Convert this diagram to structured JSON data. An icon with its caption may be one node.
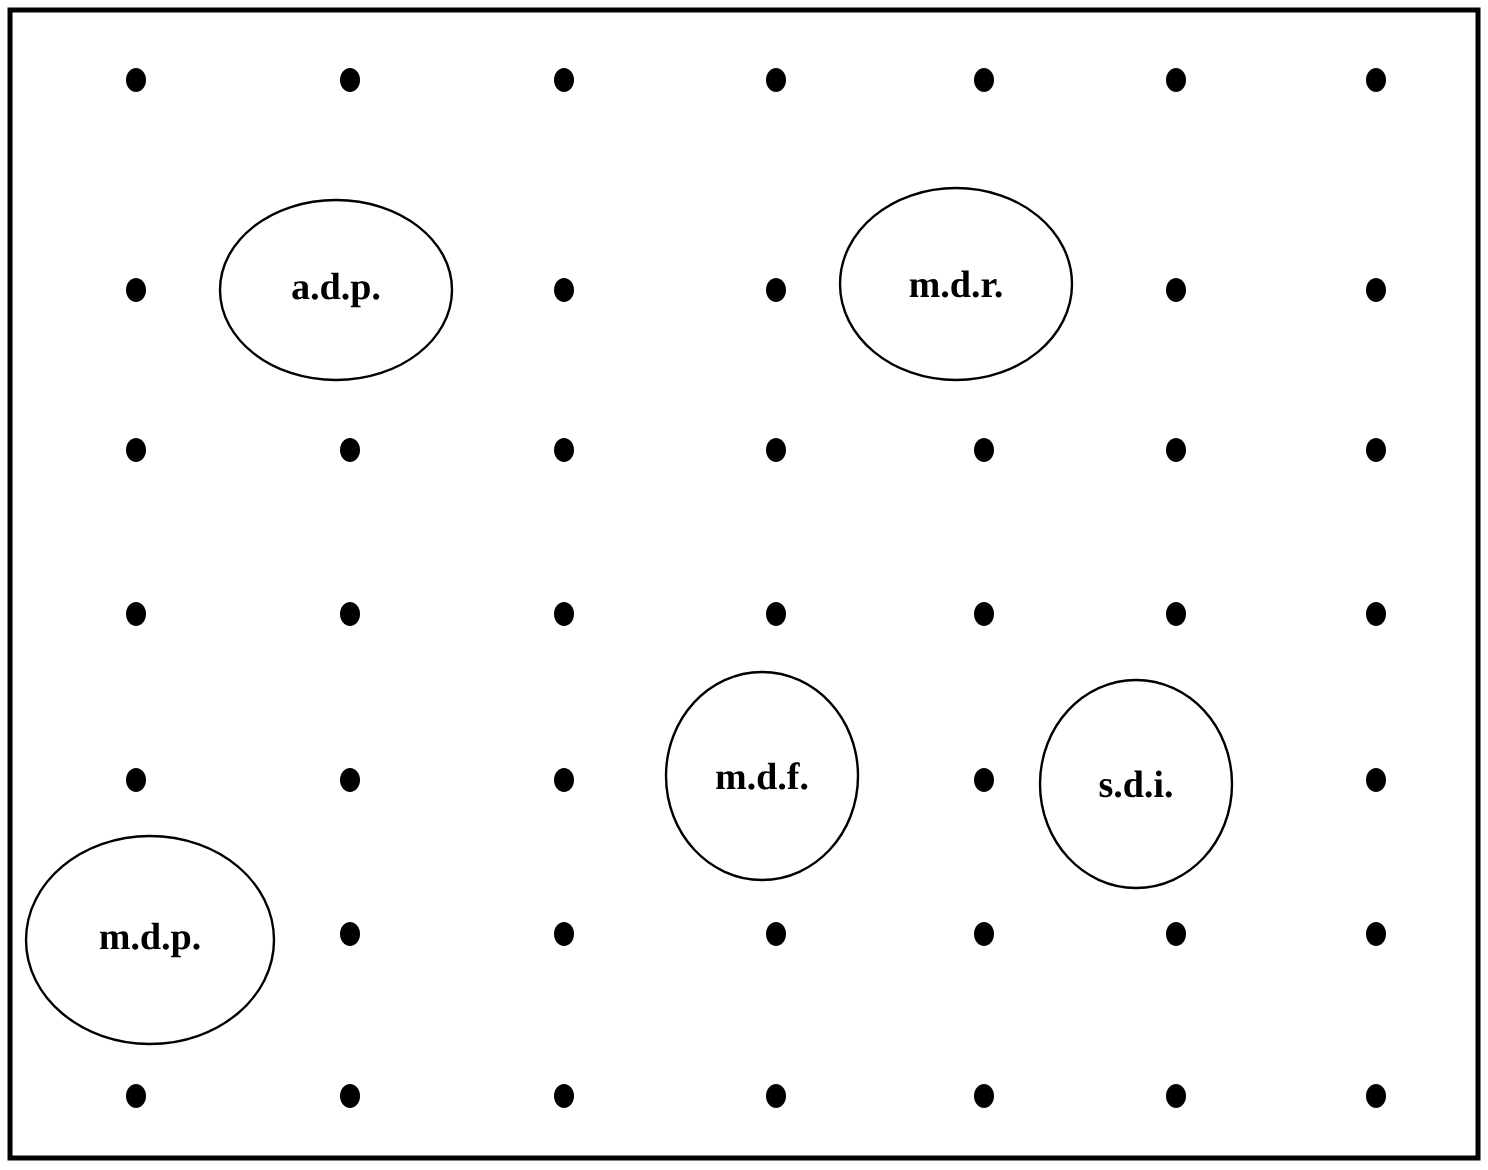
{
  "diagram": {
    "nodes": [
      {
        "text": [
          "a.d.p."
        ]
      },
      {
        "text": [
          "m.d.r."
        ]
      },
      {
        "text": [
          "m.d.f."
        ]
      },
      {
        "text": [
          "s.d.i."
        ]
      },
      {
        "text": [
          "m.d.p."
        ]
      }
    ]
  }
}
